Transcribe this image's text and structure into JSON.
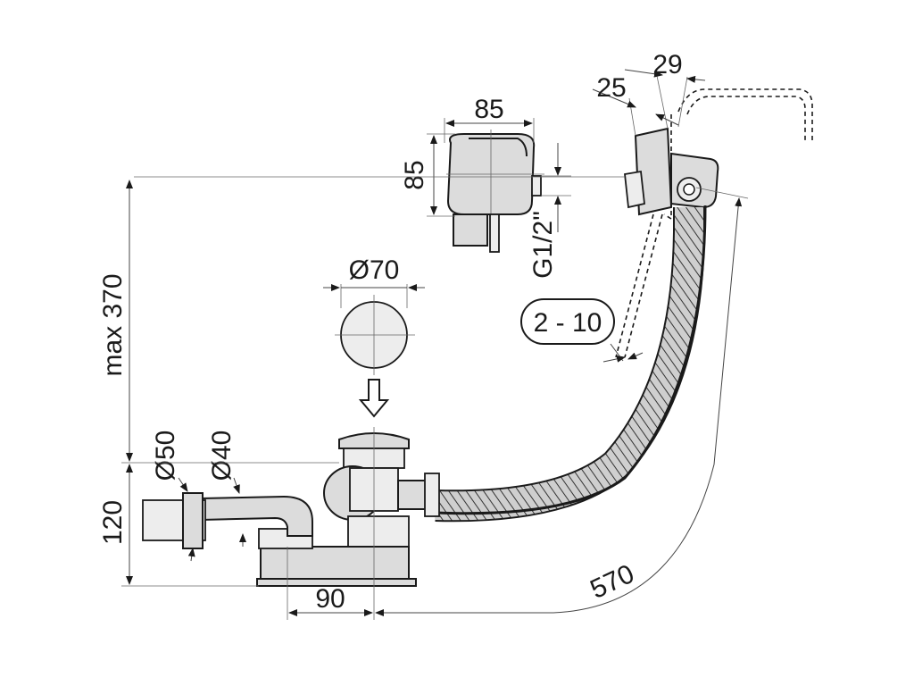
{
  "dimensions": {
    "width_85": "85",
    "height_85": "85",
    "diameter_70": "Ø70",
    "thread": "G1/2\"",
    "depth_25": "25",
    "depth_29": "29",
    "range_2_10": "2 - 10",
    "max_370": "max 370",
    "diameter_50": "Ø50",
    "diameter_40": "Ø40",
    "height_120": "120",
    "length_90": "90",
    "length_570": "570"
  }
}
